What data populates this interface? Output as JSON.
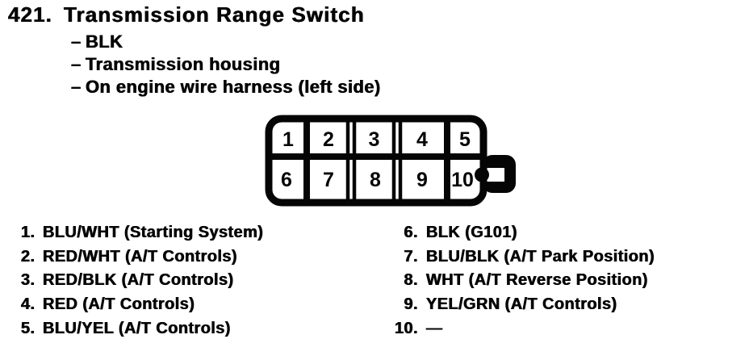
{
  "section": {
    "number": "421.",
    "title": "Transmission Range Switch",
    "bullet_dash": "–",
    "details": [
      "BLK",
      "Transmission housing",
      "On engine wire harness (left side)"
    ]
  },
  "connector": {
    "rows": 2,
    "columns": 5,
    "pins": [
      "1",
      "2",
      "3",
      "4",
      "5",
      "6",
      "7",
      "8",
      "9",
      "10"
    ]
  },
  "legend": {
    "left": [
      {
        "num": "1.",
        "label": "BLU/WHT (Starting System)"
      },
      {
        "num": "2.",
        "label": "RED/WHT (A/T Controls)"
      },
      {
        "num": "3.",
        "label": "RED/BLK (A/T Controls)"
      },
      {
        "num": "4.",
        "label": "RED (A/T Controls)"
      },
      {
        "num": "5.",
        "label": "BLU/YEL (A/T Controls)"
      }
    ],
    "right": [
      {
        "num": "6.",
        "label": "BLK (G101)"
      },
      {
        "num": "7.",
        "label": "BLU/BLK (A/T Park Position)"
      },
      {
        "num": "8.",
        "label": "WHT (A/T Reverse Position)"
      },
      {
        "num": "9.",
        "label": "YEL/GRN (A/T Controls)"
      },
      {
        "num": "10.",
        "label": "—"
      }
    ]
  },
  "colors": {
    "ink": "#050505",
    "paper": "#ffffff"
  }
}
